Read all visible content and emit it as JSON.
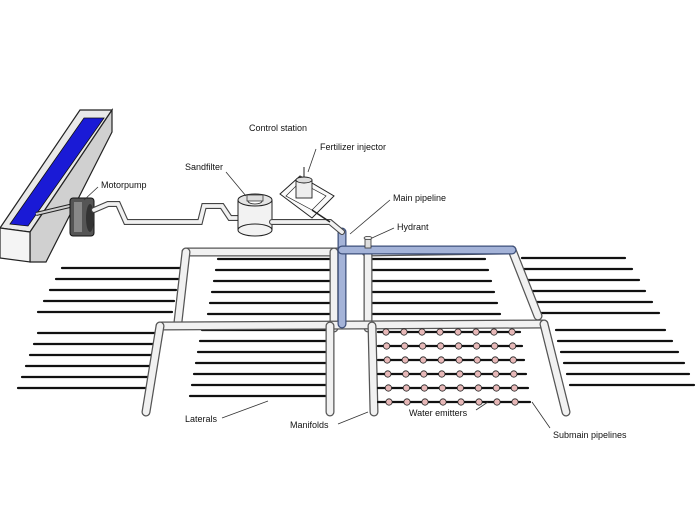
{
  "labels": {
    "control_station": "Control station",
    "fertilizer_injector": "Fertilizer injector",
    "sandfilter": "Sandfilter",
    "motorpump": "Motorpump",
    "main_pipeline": "Main pipeline",
    "hydrant": "Hydrant",
    "laterals": "Laterals",
    "manifolds": "Manifolds",
    "water_emitters": "Water emitters",
    "submain_pipelines": "Submain pipelines"
  },
  "colors": {
    "water": "#1a1ad6",
    "main_pipeline": "#a4b3d8",
    "pipe": "#f1f1f1",
    "lateral": "#111111",
    "emitter": "#e7b8b8"
  }
}
